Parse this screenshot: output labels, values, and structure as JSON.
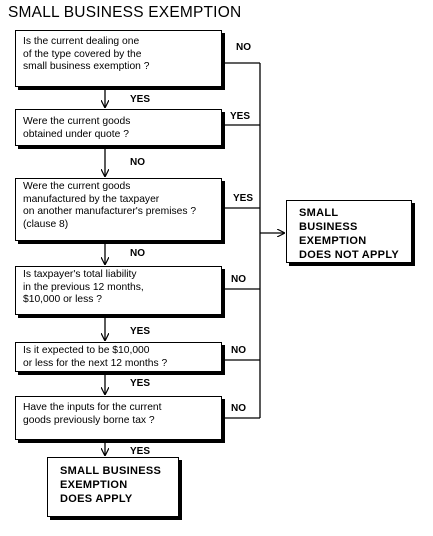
{
  "title": "SMALL BUSINESS EXEMPTION",
  "questions": [
    "Is the current dealing one\nof the type covered by the\nsmall business exemption ?",
    "Were the current goods\nobtained under quote ?",
    "Were the current goods\nmanufactured by the taxpayer\non another manufacturer's premises ?\n(clause 8)",
    "Is taxpayer's total liability\nin the previous 12 months,\n$10,000 or less ?",
    "Is it expected to be $10,000\nor less for the next 12 months ?",
    "Have the inputs for the current\ngoods previously borne tax ?"
  ],
  "outcomes": {
    "not_apply": "SMALL BUSINESS\nEXEMPTION\nDOES NOT APPLY",
    "apply": "SMALL BUSINESS\nEXEMPTION\nDOES APPLY"
  },
  "labels": {
    "yes": "YES",
    "no": "NO"
  }
}
